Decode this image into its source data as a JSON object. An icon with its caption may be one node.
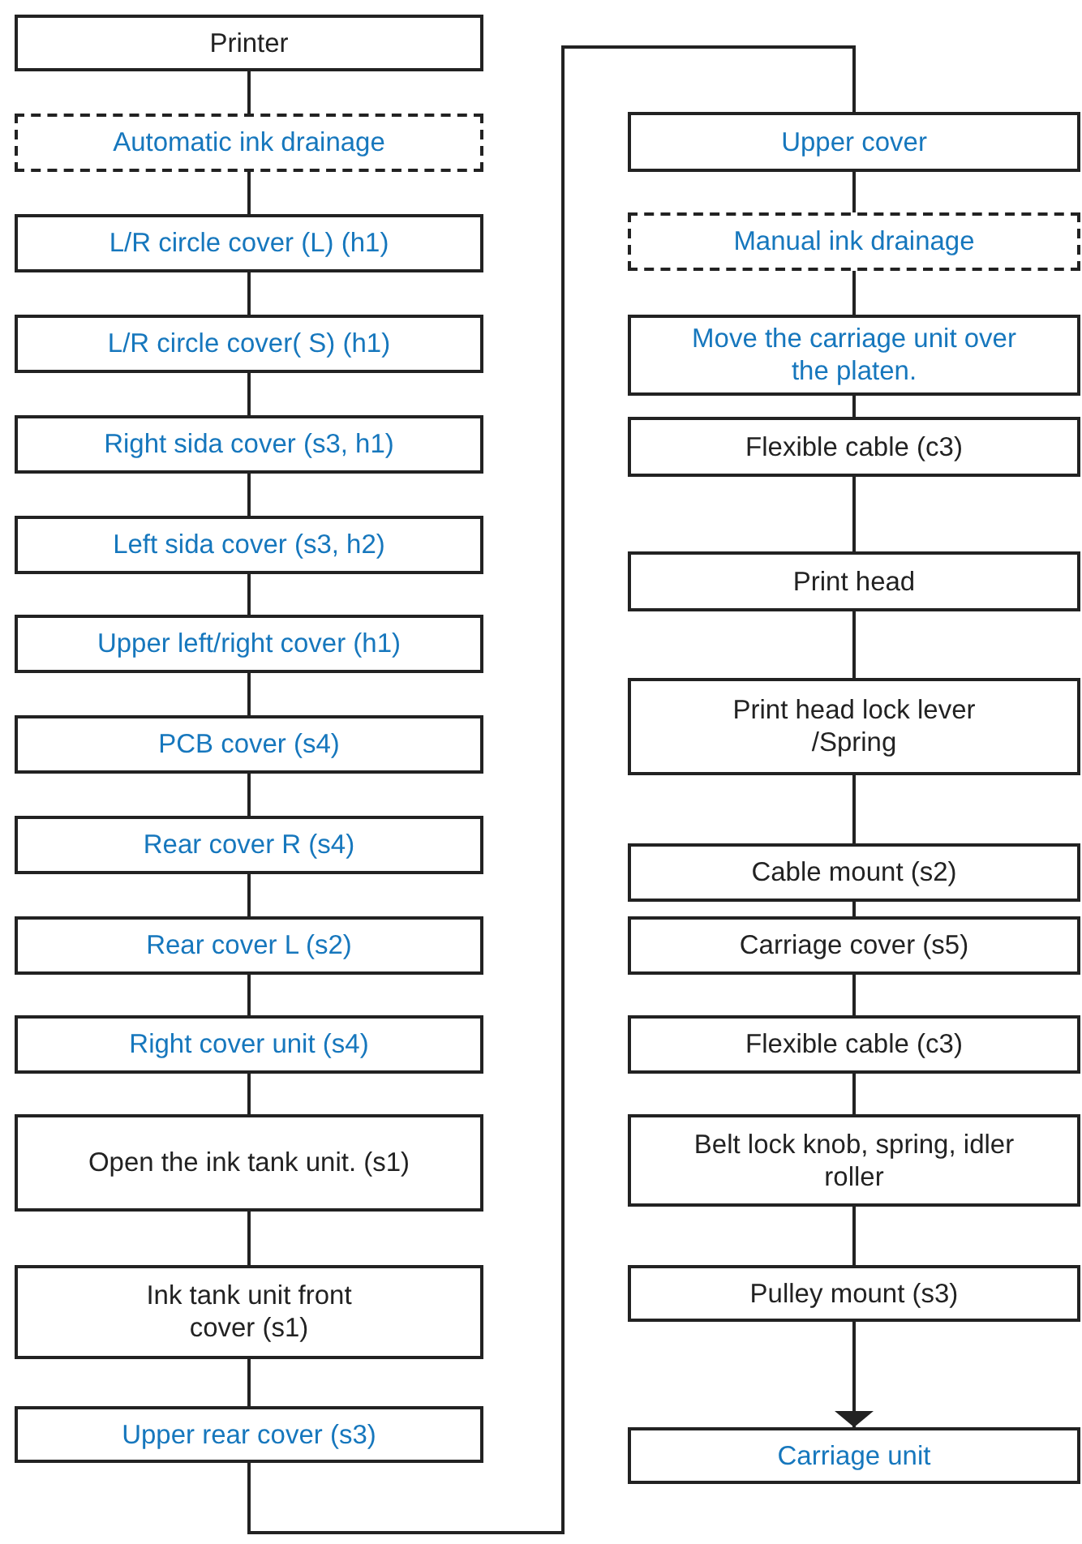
{
  "diagram": {
    "nodes": [
      {
        "text": [
          "Printer"
        ]
      },
      {
        "text": [
          "Automatic ink drainage"
        ]
      },
      {
        "text": [
          "L/R circle cover (L) (h1)"
        ]
      },
      {
        "text": [
          "L/R circle cover( S) (h1)"
        ]
      },
      {
        "text": [
          "Right sida cover (s3, h1)"
        ]
      },
      {
        "text": [
          "Left sida cover (s3, h2)"
        ]
      },
      {
        "text": [
          "Upper left/right cover (h1)"
        ]
      },
      {
        "text": [
          "PCB cover (s4)"
        ]
      },
      {
        "text": [
          "Rear cover R (s4)"
        ]
      },
      {
        "text": [
          "Rear cover L (s2)"
        ]
      },
      {
        "text": [
          "Right cover unit (s4)"
        ]
      },
      {
        "text": [
          "Open the ink tank unit. (s1)"
        ]
      },
      {
        "text": [
          "Ink tank unit front cover (s1)"
        ]
      },
      {
        "text": [
          "Upper rear cover (s3)"
        ]
      },
      {
        "text": [
          "Upper cover"
        ]
      },
      {
        "text": [
          "Manual ink drainage"
        ]
      },
      {
        "text": [
          "Move the carriage unit over the platen."
        ]
      },
      {
        "text": [
          "Flexible cable (c3)"
        ]
      },
      {
        "text": [
          "Print head"
        ]
      },
      {
        "text": [
          "Print head lock lever /Spring"
        ]
      },
      {
        "text": [
          "Cable mount (s2)"
        ]
      },
      {
        "text": [
          "Carriage cover (s5)"
        ]
      },
      {
        "text": [
          "Flexible cable (c3)"
        ]
      },
      {
        "text": [
          "Belt lock knob, spring, idler roller"
        ]
      },
      {
        "text": [
          "Pulley mount (s3)"
        ]
      },
      {
        "text": [
          "Carriage unit"
        ]
      }
    ],
    "edges": [
      {
        "from": 0,
        "to": 1,
        "arrow": "none"
      },
      {
        "from": 1,
        "to": 2,
        "arrow": "none"
      },
      {
        "from": 2,
        "to": 3,
        "arrow": "none"
      },
      {
        "from": 3,
        "to": 4,
        "arrow": "none"
      },
      {
        "from": 4,
        "to": 5,
        "arrow": "none"
      },
      {
        "from": 5,
        "to": 6,
        "arrow": "none"
      },
      {
        "from": 6,
        "to": 7,
        "arrow": "none"
      },
      {
        "from": 7,
        "to": 8,
        "arrow": "none"
      },
      {
        "from": 8,
        "to": 9,
        "arrow": "none"
      },
      {
        "from": 9,
        "to": 10,
        "arrow": "none"
      },
      {
        "from": 10,
        "to": 11,
        "arrow": "none"
      },
      {
        "from": 11,
        "to": 12,
        "arrow": "none"
      },
      {
        "from": 12,
        "to": 13,
        "arrow": "none"
      },
      {
        "from": 13,
        "to": 14,
        "arrow": "none"
      },
      {
        "from": 14,
        "to": 15,
        "arrow": "none"
      },
      {
        "from": 15,
        "to": 16,
        "arrow": "none"
      },
      {
        "from": 16,
        "to": 17,
        "arrow": "none"
      },
      {
        "from": 17,
        "to": 18,
        "arrow": "none"
      },
      {
        "from": 18,
        "to": 19,
        "arrow": "none"
      },
      {
        "from": 19,
        "to": 20,
        "arrow": "none"
      },
      {
        "from": 20,
        "to": 21,
        "arrow": "none"
      },
      {
        "from": 21,
        "to": 22,
        "arrow": "none"
      },
      {
        "from": 22,
        "to": 23,
        "arrow": "none"
      },
      {
        "from": 23,
        "to": 24,
        "arrow": "none"
      },
      {
        "from": 24,
        "to": 25,
        "arrow": "to"
      }
    ]
  }
}
